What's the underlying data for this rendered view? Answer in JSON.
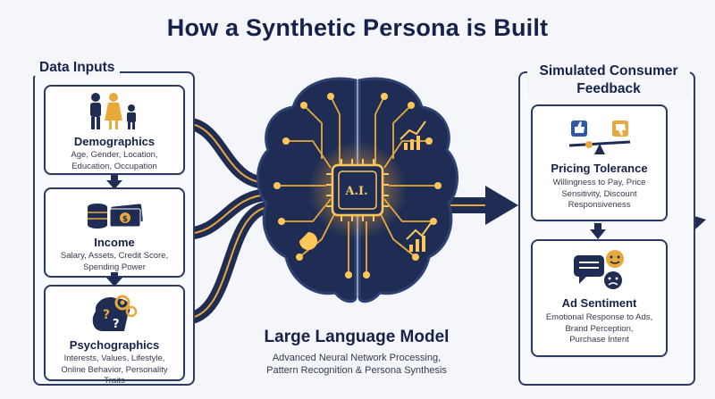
{
  "title": "How a Synthetic Persona is Built",
  "inputs": {
    "title": "Data Inputs",
    "cards": [
      {
        "title": "Demographics",
        "desc_lines": [
          "Age, Gender, Location,",
          "Education, Occupation"
        ]
      },
      {
        "title": "Income",
        "desc_lines": [
          "Salary, Assets, Credit Score,",
          "Spending Power"
        ]
      },
      {
        "title": "Psychographics",
        "desc_lines": [
          "Interests, Values, Lifestyle,",
          "Online Behavior, Personality Traits"
        ]
      }
    ]
  },
  "model": {
    "chip_label": "A.I.",
    "title": "Large Language Model",
    "desc_lines": [
      "Advanced Neural Network Processing,",
      "Pattern Recognition & Persona Synthesis"
    ]
  },
  "outputs": {
    "title_lines": [
      "Simulated Consumer",
      "Feedback"
    ],
    "cards": [
      {
        "title": "Pricing Tolerance",
        "desc_lines": [
          "Willingness to Pay, Price",
          "Sensitivity, Discount",
          "Responsiveness"
        ]
      },
      {
        "title": "Ad Sentiment",
        "desc_lines": [
          "Emotional Response to Ads,",
          "Brand Perception,",
          "Purchase Intent"
        ]
      }
    ]
  },
  "colors": {
    "navy": "#1f2d55",
    "gold": "#e8a93a",
    "glow": "#ffcf6a"
  },
  "icons": [
    "people-icon",
    "money-stack-icon",
    "gears-question-icon",
    "brain-circuit-icon",
    "ai-chip-icon",
    "thumbs-scale-icon",
    "chat-faces-icon"
  ]
}
